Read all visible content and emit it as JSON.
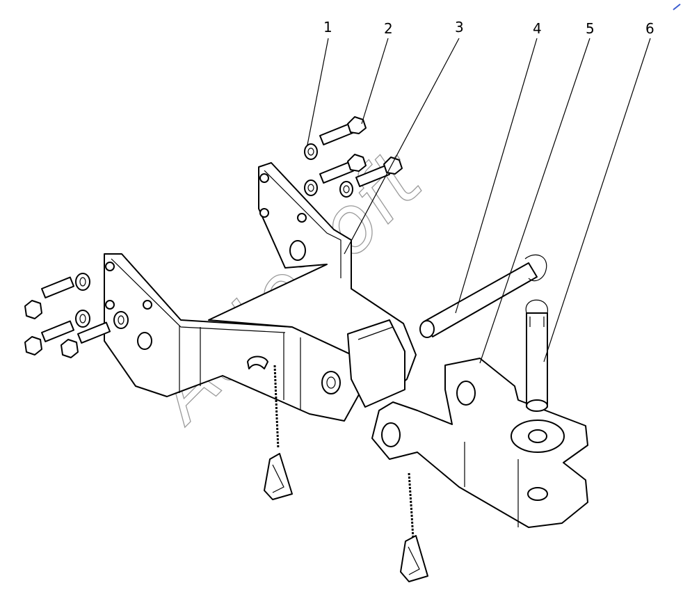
{
  "callouts": [
    {
      "number": "1"
    },
    {
      "number": "2"
    },
    {
      "number": "3"
    },
    {
      "number": "4"
    },
    {
      "number": "5"
    },
    {
      "number": "6"
    }
  ],
  "watermark": {
    "text": "AutoSoft",
    "color": "#9a9a9a"
  },
  "colors": {
    "line": "#000000",
    "background": "#ffffff"
  }
}
